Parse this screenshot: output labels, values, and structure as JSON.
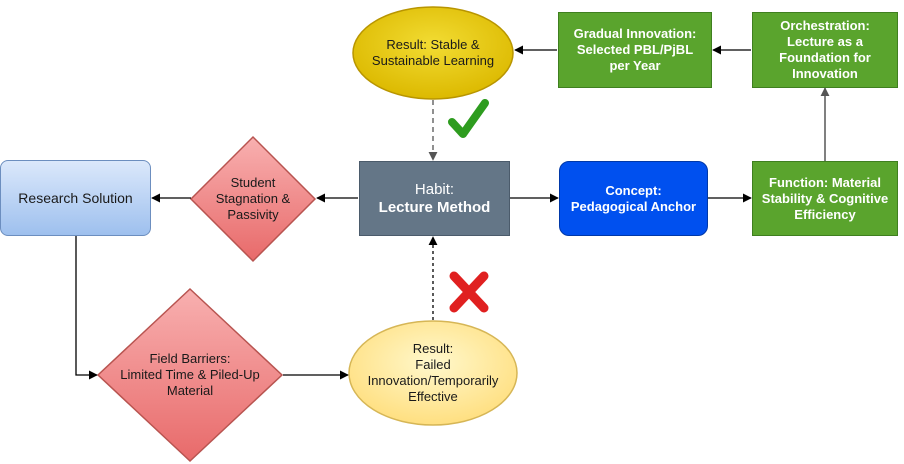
{
  "nodes": {
    "result_stable": {
      "line1": "Result: Stable &",
      "line2": "Sustainable Learning"
    },
    "gradual_innovation": {
      "text": "Gradual Innovation:\nSelected PBL/PjBL\nper Year"
    },
    "orchestration": {
      "text": "Orchestration:\nLecture as a\nFoundation for\nInnovation"
    },
    "research_solution": {
      "text": "Research Solution"
    },
    "student_stagnation": {
      "text": "Student\nStagnation &\nPassivity"
    },
    "habit": {
      "line1": "Habit:",
      "line2": "Lecture Method"
    },
    "concept": {
      "line1": "Concept:",
      "line2": "Pedagogical Anchor"
    },
    "function": {
      "text": "Function: Material\nStability & Cognitive\nEfficiency"
    },
    "field_barriers": {
      "text": "Field Barriers:\nLimited Time & Piled-Up\nMaterial"
    },
    "result_failed": {
      "text": "Result:\nFailed\nInnovation/Temporarily\nEffective"
    }
  },
  "marks": {
    "check": "check-mark-icon",
    "cross": "cross-mark-icon"
  },
  "colors": {
    "green_box": "#5aa42d",
    "habit_box": "#647687",
    "concept_box": "#0050ef",
    "yellow_ellipse": "#e3c800",
    "light_yellow_ellipse": "#fff2a8",
    "red_diamond": "#f08080",
    "check": "#2e9c1f",
    "cross": "#e02020"
  }
}
